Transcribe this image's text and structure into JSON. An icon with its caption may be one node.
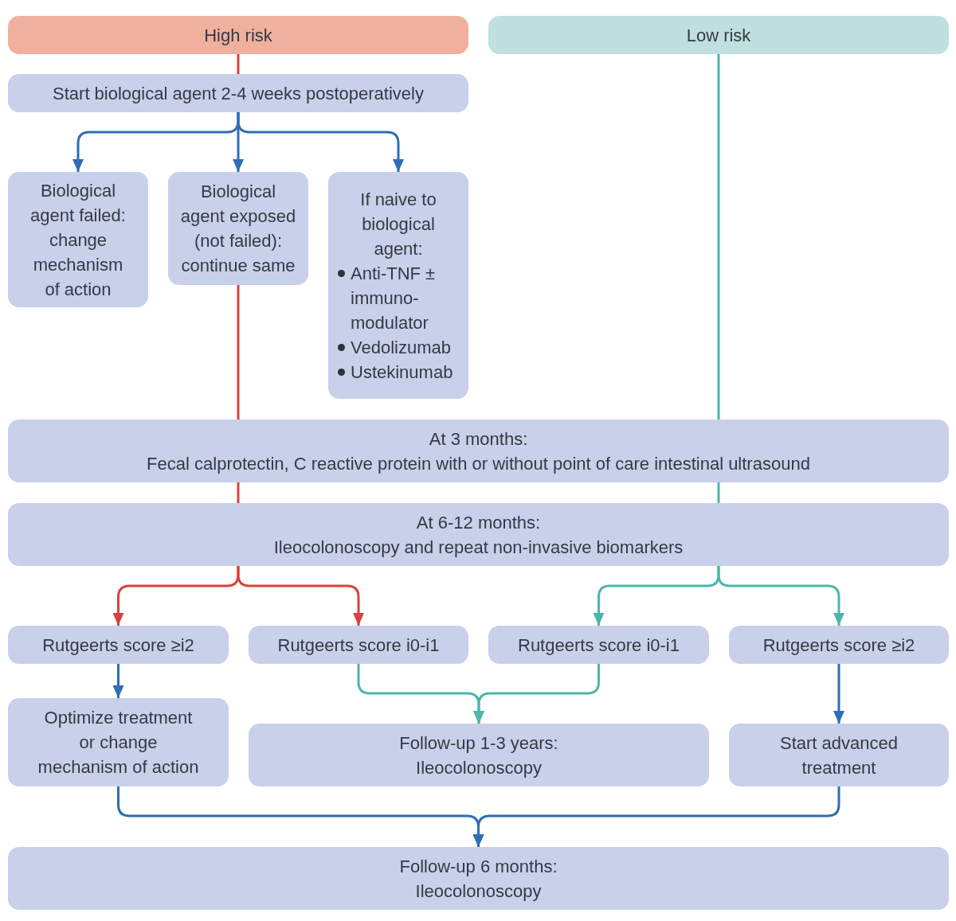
{
  "diagram": {
    "nodes": [
      {
        "text": [
          "High risk"
        ]
      },
      {
        "text": [
          "Low risk"
        ]
      },
      {
        "text": [
          "Start biological agent 2-4 weeks postoperatively"
        ]
      },
      {
        "text": [
          "Biological agent failed: change mechanism of action"
        ]
      },
      {
        "text": [
          "Biological agent exposed (not failed): continue same"
        ]
      },
      {
        "text": [
          "If naive to biological agent:",
          "Anti-TNF ± immuno-modulator",
          "Vedolizumab",
          "Ustekinumab"
        ]
      },
      {
        "text": [
          "At 3 months:",
          "Fecal calprotectin, C reactive protein with or without point of care intestinal ultrasound"
        ]
      },
      {
        "text": [
          "At 6-12 months:",
          "Ileocolonoscopy and repeat non-invasive biomarkers"
        ]
      },
      {
        "text": [
          "Rutgeerts score ≥i2"
        ]
      },
      {
        "text": [
          "Rutgeerts score i0-i1"
        ]
      },
      {
        "text": [
          "Rutgeerts score i0-i1"
        ]
      },
      {
        "text": [
          "Rutgeerts score ≥i2"
        ]
      },
      {
        "text": [
          "Optimize treatment or change mechanism of action"
        ]
      },
      {
        "text": [
          "Follow-up 1-3 years:",
          "Ileocolonoscopy"
        ]
      },
      {
        "text": [
          "Start advanced treatment"
        ]
      },
      {
        "text": [
          "Follow-up 6 months:",
          "Ileocolonoscopy"
        ]
      }
    ],
    "edges": [
      {
        "from": 0,
        "to": 2,
        "arrow": "none",
        "color": "#d9413a"
      },
      {
        "from": 2,
        "to": 3,
        "arrow": "to"
      },
      {
        "from": 2,
        "to": 4,
        "arrow": "to"
      },
      {
        "from": 2,
        "to": 5,
        "arrow": "to"
      },
      {
        "from": 4,
        "to": 6,
        "arrow": "none",
        "color": "#d9413a"
      },
      {
        "from": 1,
        "to": 6,
        "arrow": "none",
        "color": "#4db6aa"
      },
      {
        "from": 6,
        "to": 7,
        "arrow": "none",
        "color": "#d9413a"
      },
      {
        "from": 6,
        "to": 7,
        "arrow": "none",
        "color": "#4db6aa"
      },
      {
        "from": 7,
        "to": 8,
        "arrow": "to",
        "color": "#d9413a"
      },
      {
        "from": 7,
        "to": 9,
        "arrow": "to",
        "color": "#d9413a"
      },
      {
        "from": 7,
        "to": 10,
        "arrow": "to",
        "color": "#4db6aa"
      },
      {
        "from": 7,
        "to": 11,
        "arrow": "to",
        "color": "#4db6aa"
      },
      {
        "from": 8,
        "to": 12,
        "arrow": "to"
      },
      {
        "from": 9,
        "to": 13,
        "arrow": "to",
        "color": "#4db6aa"
      },
      {
        "from": 10,
        "to": 13,
        "arrow": "to",
        "color": "#4db6aa"
      },
      {
        "from": 11,
        "to": 14,
        "arrow": "to"
      },
      {
        "from": 12,
        "to": 15,
        "arrow": "to"
      },
      {
        "from": 14,
        "to": 15,
        "arrow": "to"
      }
    ]
  }
}
